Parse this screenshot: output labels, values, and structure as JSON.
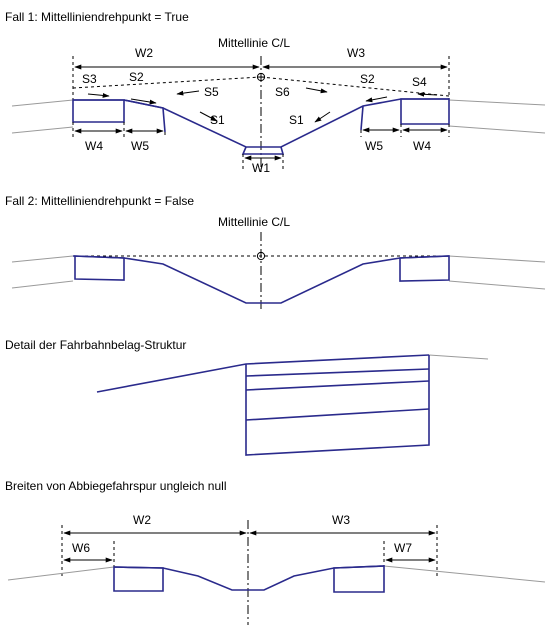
{
  "headings": {
    "case1": "Fall 1: Mittelliniendrehpunkt = True",
    "case2": "Fall 2: Mittelliniendrehpunkt = False",
    "detail": "Detail der Fahrbahnbelag-Struktur",
    "turnlane": "Breiten von Abbiegefahrspur ungleich null"
  },
  "centerline_label": "Mittellinie C/L",
  "labels": {
    "w1": "W1",
    "w2": "W2",
    "w3": "W3",
    "w4": "W4",
    "w5": "W5",
    "w6": "W6",
    "w7": "W7",
    "s1": "S1",
    "s2": "S2",
    "s3": "S3",
    "s4": "S4",
    "s5": "S5",
    "s6": "S6"
  },
  "colors": {
    "road": "#2a2a8c",
    "ground": "#9a9a9a",
    "lines": "#000000"
  }
}
